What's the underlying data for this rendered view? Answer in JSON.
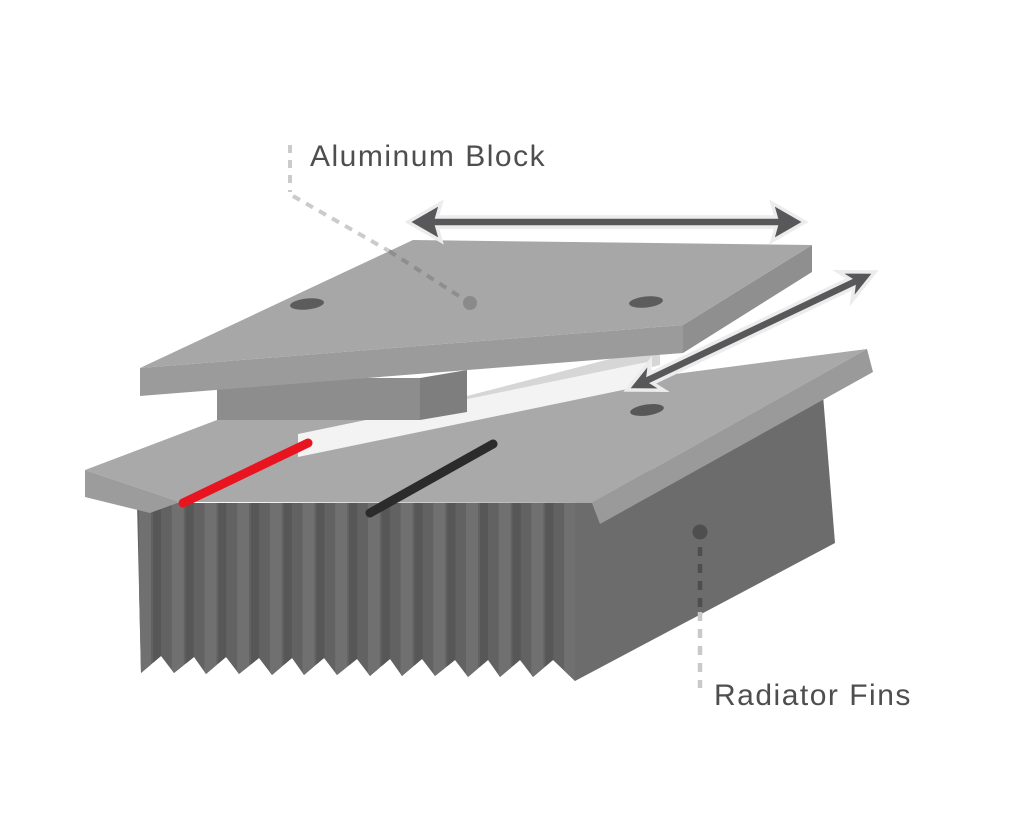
{
  "diagram": {
    "type": "technical-illustration",
    "subject": "thermoelectric cooler assembly (aluminum cold block over peltier module on finned radiator)",
    "labels": {
      "aluminum_block": "Aluminum Block",
      "radiator_fins": "Radiator Fins"
    },
    "parts": [
      "aluminum-block-plate",
      "aluminum-block-pedestal",
      "peltier-module-strip",
      "radiator-base-plate",
      "radiator-fin-block",
      "positive-wire",
      "negative-wire",
      "width-dimension-arrow",
      "depth-dimension-arrow",
      "mounting-holes"
    ],
    "colors": {
      "background": "#ffffff",
      "block_top": "#a7a7a7",
      "block_front": "#9b9b9b",
      "block_right": "#8f8f8f",
      "pedestal": "#8d8d8d",
      "base_plate_top": "#a9a9a9",
      "base_plate_side": "#9a9a9a",
      "fin_face": "#626262",
      "fin_dark_face": "#6c6c6c",
      "peltier_strip": "#f3f3f3",
      "peltier_gap_band": "#d6d6d6",
      "arrow": "#58585a",
      "arrow_halo": "#ececec",
      "leader_light": "#cbcbcb",
      "leader_dark": "#4e4e4e",
      "hole": "#5c5c5c",
      "wire_positive": "#e8141f",
      "wire_negative": "#2b2b2b",
      "label_text": "#4e4e4e"
    }
  }
}
